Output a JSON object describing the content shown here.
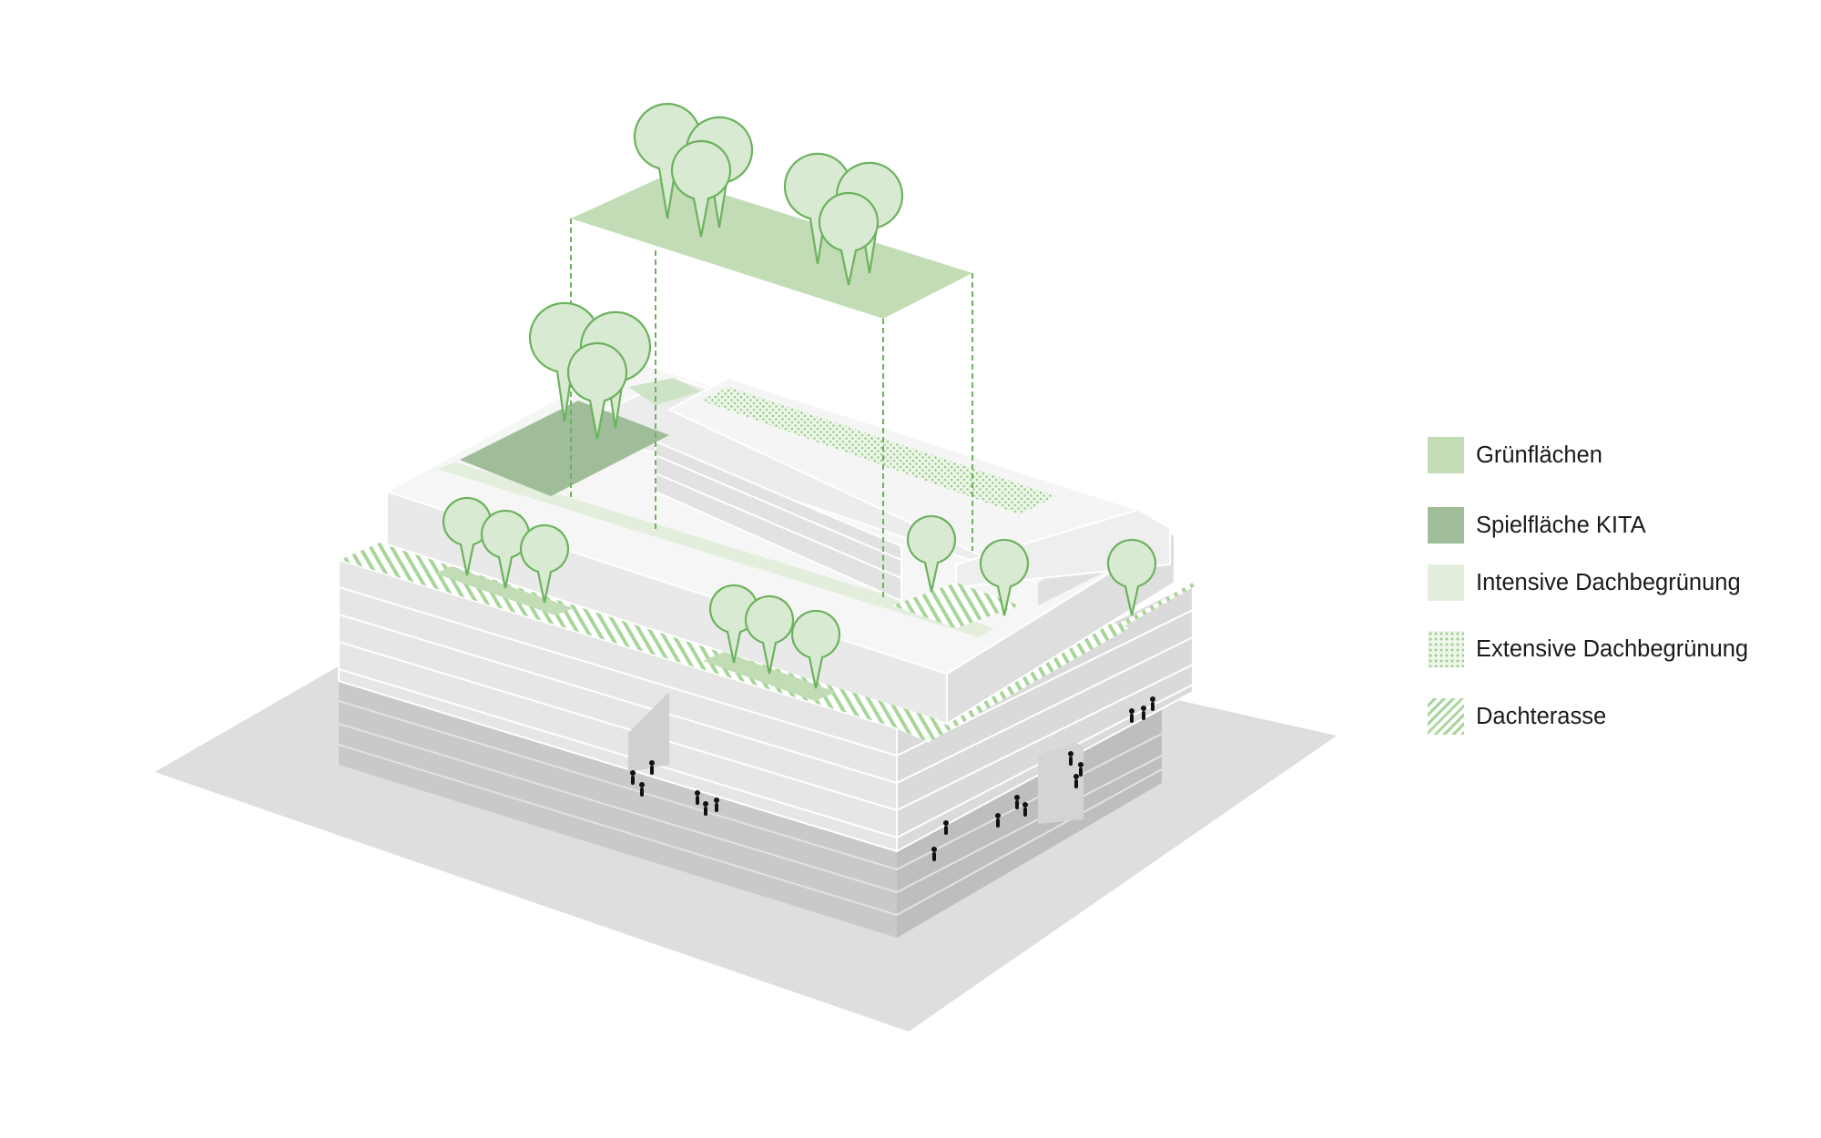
{
  "legend": {
    "items": [
      {
        "id": "gruenflaechen",
        "label": "Grünflächen",
        "color": "#c2dcb6",
        "pattern": "solid"
      },
      {
        "id": "spielflaeche",
        "label": "Spielfläche KITA",
        "color": "#9fbd98",
        "pattern": "solid"
      },
      {
        "id": "intensive",
        "label": "Intensive Dachbegrünung",
        "color": "#e3efdc",
        "pattern": "solid"
      },
      {
        "id": "extensive",
        "label": "Extensive Dachbegrünung",
        "color": "#cde4c2",
        "pattern": "dots"
      },
      {
        "id": "dachterasse",
        "label": "Dachterasse",
        "color": "#9fd18f",
        "pattern": "hatch"
      }
    ]
  },
  "colors": {
    "green_line": "#6cb25e",
    "tree_fill": "#d9ead2",
    "wall_light": "#e6e6e6",
    "wall_mid": "#dcdcdc",
    "roof": "#f5f5f5",
    "podium": "#c9c9c9",
    "ground": "#dcdcdc",
    "people": "#111111"
  }
}
